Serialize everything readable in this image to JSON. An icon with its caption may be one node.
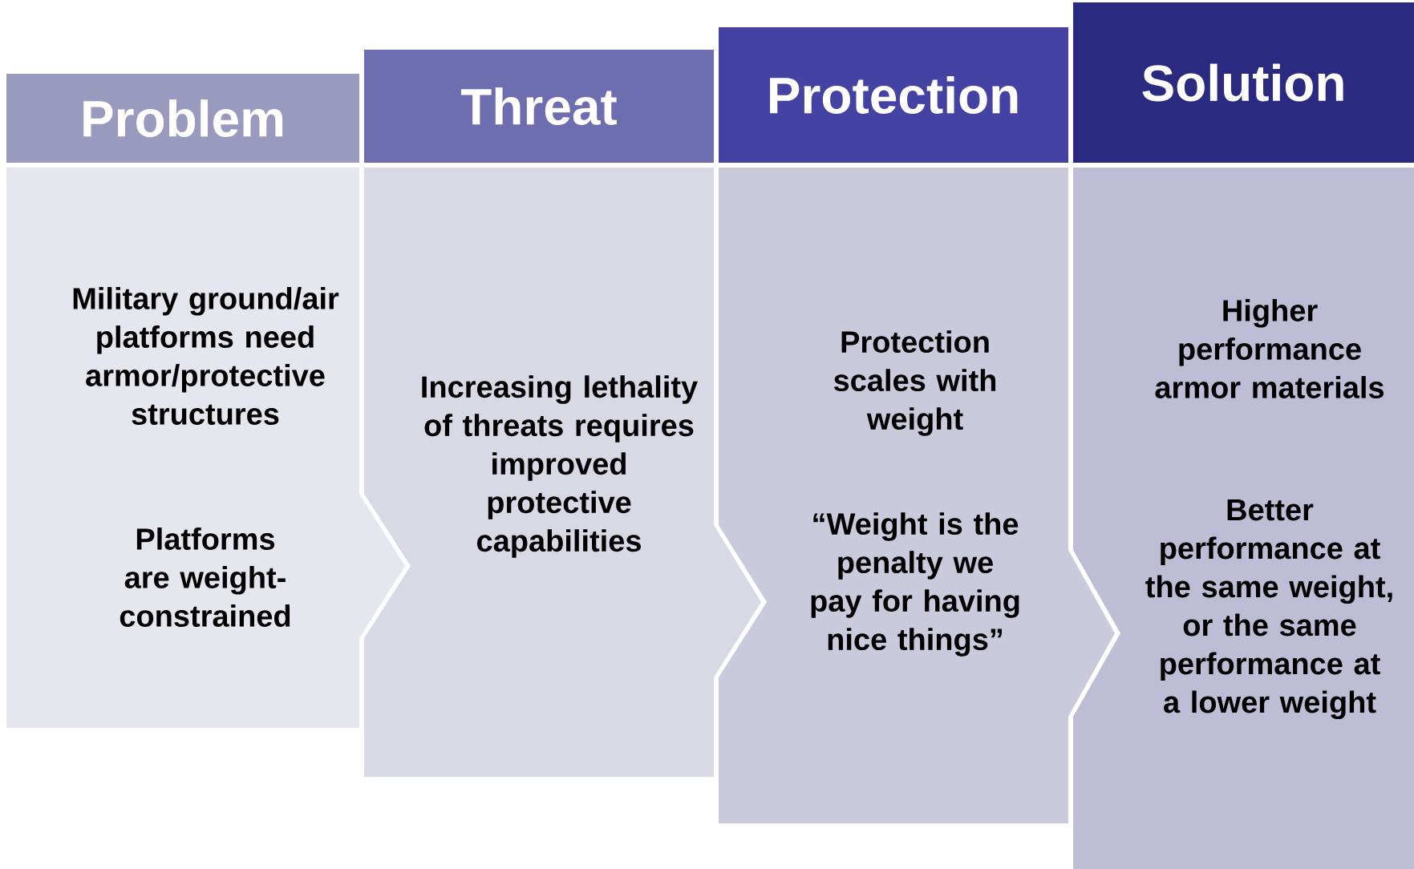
{
  "diagram": {
    "nodes": [
      {
        "text": [
          "Problem"
        ]
      },
      {
        "text": [
          "Military ground/air platforms need armor/protective structures",
          "Platforms are weight-constrained"
        ]
      },
      {
        "text": [
          "Threat"
        ]
      },
      {
        "text": [
          "Increasing lethality of threats requires improved protective capabilities"
        ]
      },
      {
        "text": [
          "Protection"
        ]
      },
      {
        "text": [
          "Protection scales with weight",
          "“Weight is the penalty we pay for having nice things”"
        ]
      },
      {
        "text": [
          "Solution"
        ]
      },
      {
        "text": [
          "Higher performance armor materials",
          "Better performance at the same weight, or the same performance at a lower weight"
        ]
      }
    ]
  }
}
